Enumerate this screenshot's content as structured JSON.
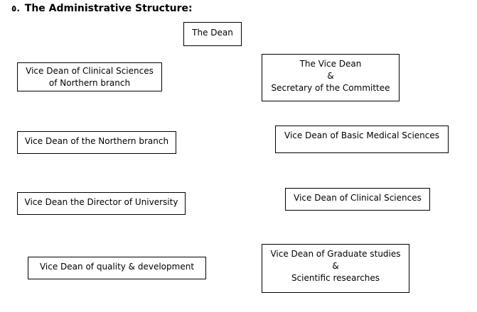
{
  "heading": {
    "number": "٥.",
    "title": "The Administrative Structure:"
  },
  "boxes": {
    "dean": [
      "The Dean"
    ],
    "vice_dean_secretary": [
      "The Vice Dean",
      "&",
      "Secretary of the Committee"
    ],
    "clinical_northern": [
      "Vice Dean of Clinical Sciences",
      "of Northern branch"
    ],
    "basic_medical": [
      "Vice Dean of Basic Medical Sciences"
    ],
    "northern_branch": [
      "Vice Dean of the Northern branch"
    ],
    "clinical_sciences": [
      "Vice Dean of Clinical Sciences"
    ],
    "director_university": [
      "Vice Dean the Director of University"
    ],
    "graduate_studies": [
      "Vice Dean of Graduate studies",
      "&",
      "Scientific researches"
    ],
    "quality_development": [
      "Vice Dean of quality & development"
    ]
  }
}
